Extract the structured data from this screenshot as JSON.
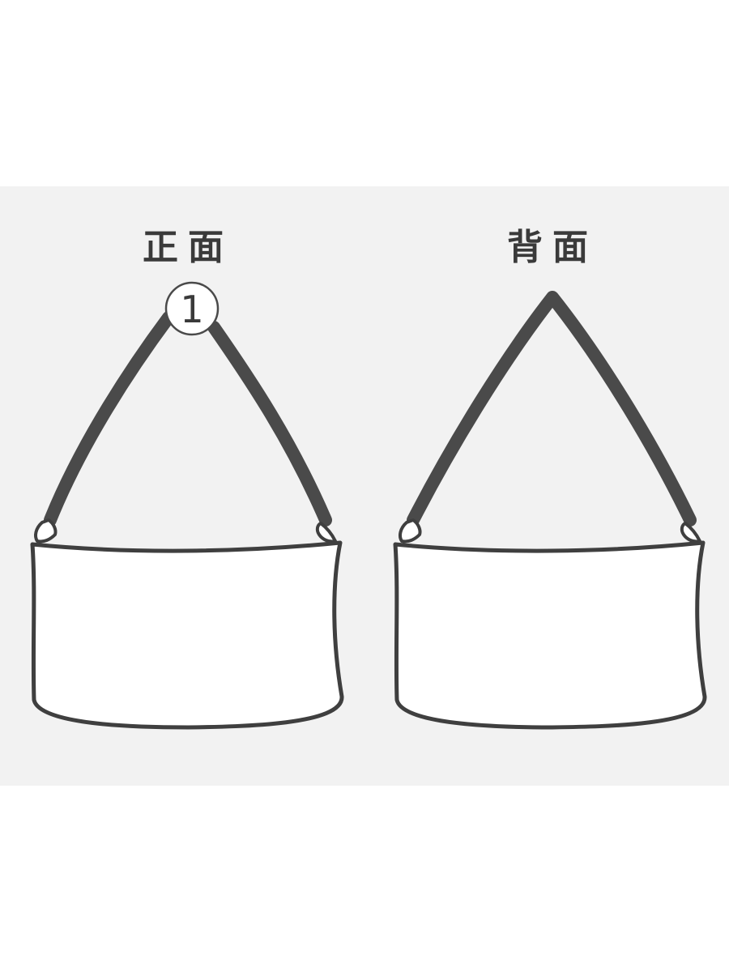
{
  "views": {
    "front": {
      "title": "正面",
      "callout_number": "1"
    },
    "back": {
      "title": "背面"
    }
  },
  "colors": {
    "background": "#ffffff",
    "panel": "#f2f2f2",
    "strap": "#4a4a4a",
    "outline": "#3f3f3f",
    "bag_fill": "#ffffff"
  }
}
